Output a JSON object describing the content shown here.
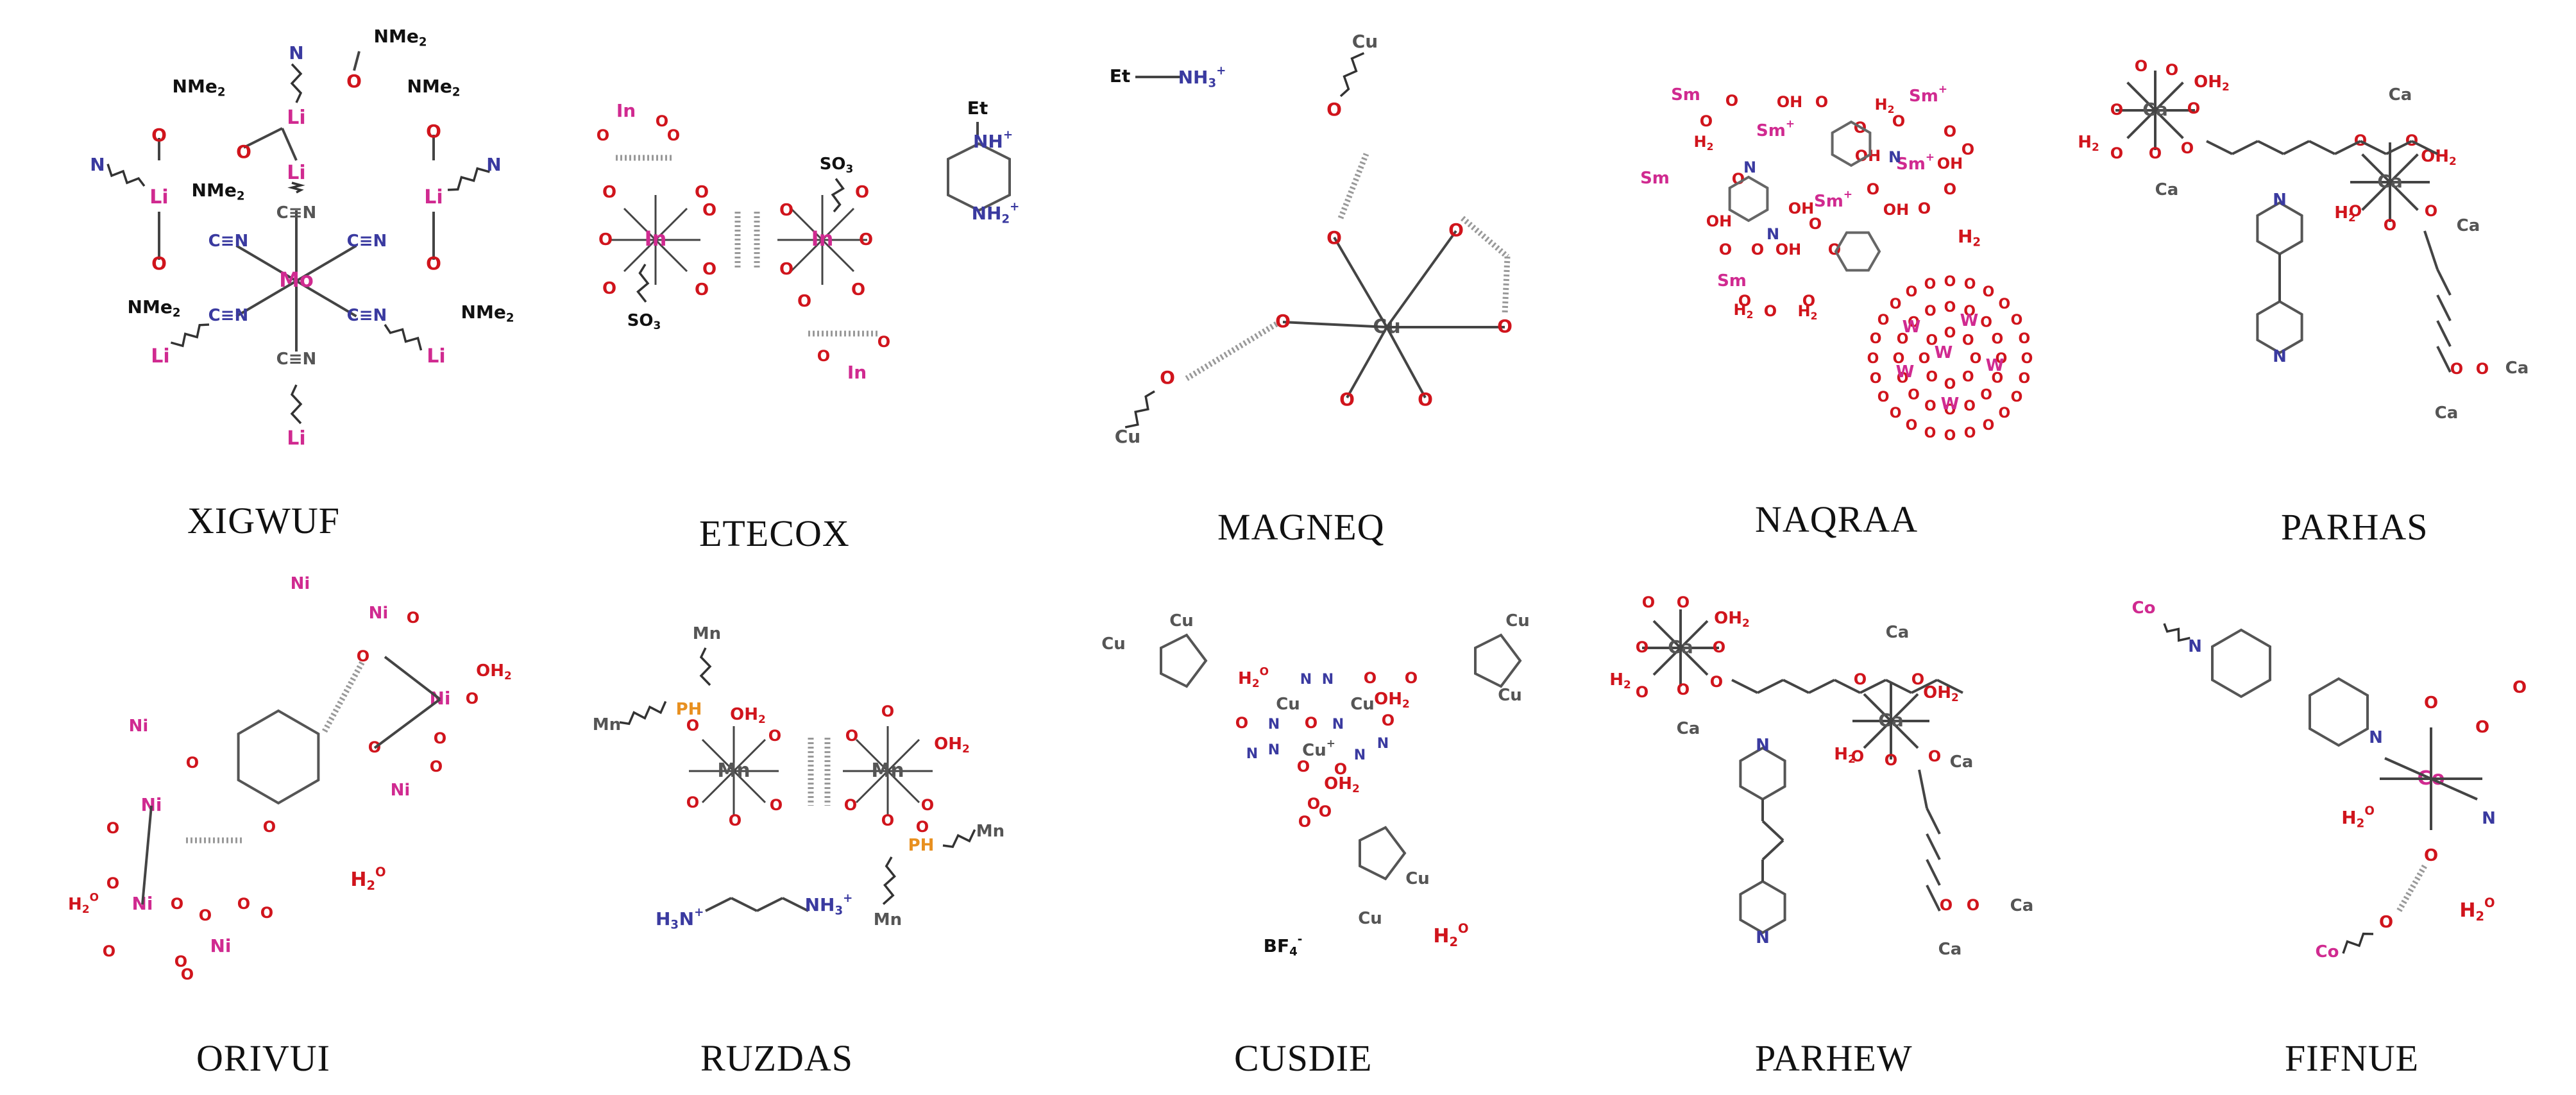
{
  "colors": {
    "oxygen": "#d0141c",
    "nitrogen": "#3a3aa0",
    "metal": "#d02a90",
    "carbon": "#555555",
    "phosphorus": "#e89020",
    "bond": "#444444",
    "text": "#111111"
  },
  "panels": [
    {
      "code": "XIGWUF",
      "atoms": {
        "center": "Mo",
        "metal": "Li",
        "n": "N",
        "o": "O",
        "amide": "NMe",
        "amide_sub": "2",
        "cn": "C≡N"
      }
    },
    {
      "code": "ETECOX",
      "atoms": {
        "center": "In",
        "o": "O",
        "o_minus": "O",
        "sulfate": "SO",
        "sulfate_sub": "3",
        "amine_top": "Et",
        "nh": "NH",
        "nh_sup": "+",
        "nh2": "NH",
        "nh2_sub": "2",
        "nh2_sup": "+"
      }
    },
    {
      "code": "MAGNEQ",
      "atoms": {
        "center": "Cu",
        "o": "O",
        "et": "Et",
        "nh3": "NH",
        "nh3_sub": "3",
        "nh3_sup": "+"
      }
    },
    {
      "code": "NAQRAA",
      "atoms": {
        "center": "Sm",
        "sup": "+",
        "o": "O",
        "oh": "OH",
        "h2o": "H",
        "h2o_sub": "2",
        "h2o_tail": "O",
        "n": "N",
        "w": "W"
      }
    },
    {
      "code": "PARHAS",
      "atoms": {
        "center": "Ca",
        "o": "O",
        "oh2": "OH",
        "oh2_sub": "2",
        "h2o": "H",
        "h2o_sub": "2",
        "h2o_tail": "O",
        "n": "N"
      }
    },
    {
      "code": "ORIVUI",
      "atoms": {
        "center": "Ni",
        "o": "O",
        "oh2": "OH",
        "oh2_sub": "2",
        "h2o": "H",
        "h2o_sub": "2",
        "h2o_tail": "O"
      }
    },
    {
      "code": "RUZDAS",
      "atoms": {
        "center": "Mn",
        "o": "O",
        "ph": "PH",
        "oh2": "OH",
        "oh2_sub": "2",
        "h3n": "H",
        "h3n_sub": "3",
        "h3n_tail": "N",
        "h3n_sup": "+",
        "nh3": "NH",
        "nh3_sub": "3",
        "nh3_sup": "+"
      }
    },
    {
      "code": "CUSDIE",
      "atoms": {
        "center": "Cu",
        "sup": "+",
        "o": "O",
        "n": "N",
        "h2o": "H",
        "h2o_sub": "2",
        "h2o_tail": "O",
        "oh2": "OH",
        "oh2_sub": "2",
        "bf": "BF",
        "bf_sub": "4",
        "bf_sup": "-"
      }
    },
    {
      "code": "PARHEW",
      "atoms": {
        "center": "Ca",
        "o": "O",
        "oh2": "OH",
        "oh2_sub": "2",
        "h2o": "H",
        "h2o_sub": "2",
        "h2o_tail": "O",
        "n": "N"
      }
    },
    {
      "code": "FIFNUE",
      "atoms": {
        "center": "Co",
        "o": "O",
        "n": "N",
        "h2o": "H",
        "h2o_sub": "2",
        "h2o_tail": "O"
      }
    }
  ]
}
